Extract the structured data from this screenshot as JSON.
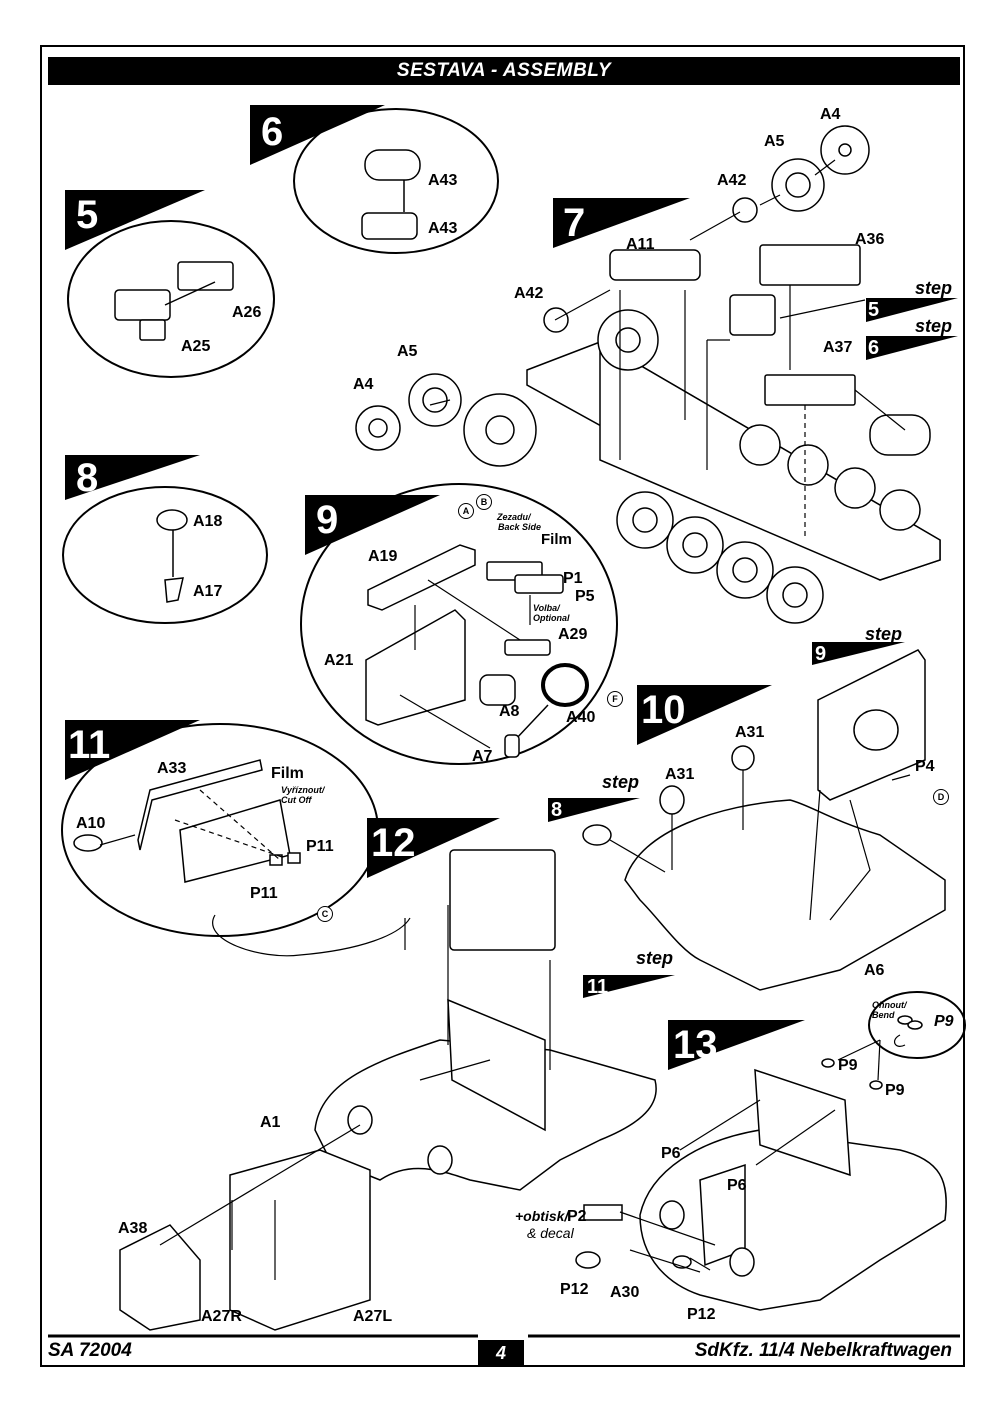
{
  "header": {
    "title": "SESTAVA -  ASSEMBLY"
  },
  "footer": {
    "code": "SA 72004",
    "page": "4",
    "model": "SdKfz. 11/4 Nebelkraftwagen"
  },
  "steps": {
    "s5": "5",
    "s6": "6",
    "s7": "7",
    "s8": "8",
    "s9": "9",
    "s10": "10",
    "s11": "11",
    "s12": "12",
    "s13": "13"
  },
  "step_word": "step",
  "part_labels": {
    "A43a": "A43",
    "A43b": "A43",
    "A26": "A26",
    "A25": "A25",
    "A4top": "A4",
    "A5top": "A5",
    "A42top": "A42",
    "A11": "A11",
    "A36": "A36",
    "A42left": "A42",
    "A5left": "A5",
    "A4left": "A4",
    "A37": "A37",
    "A18": "A18",
    "A17": "A17",
    "A19": "A19",
    "A21": "A21",
    "A29": "A29",
    "P1": "P1",
    "P5": "P5",
    "A8": "A8",
    "A40": "A40",
    "A7": "A7",
    "A33": "A33",
    "A10": "A10",
    "P11a": "P11",
    "P11b": "P11",
    "A31a": "A31",
    "A31b": "A31",
    "P4": "P4",
    "A6": "A6",
    "A1": "A1",
    "A38": "A38",
    "A27R": "A27R",
    "A27L": "A27L",
    "P9a": "P9",
    "P9b": "P9",
    "P9c": "P9",
    "P6a": "P6",
    "P6b": "P6",
    "P2": "P2",
    "P12a": "P12",
    "P12b": "P12",
    "A30": "A30"
  },
  "notes": {
    "film9": "Film",
    "film11": "Film",
    "zezadu": "Zezadu/",
    "backside": "Back Side",
    "volba": "Volba/",
    "optional": "Optional",
    "vyriznout": "Vyříznout/",
    "cutoff": "Cut Off",
    "ohnout": "Ohnout/",
    "bend": "Bend",
    "obtisk": "+obtisk/",
    "decal": "& decal"
  },
  "badges": {
    "A": "A",
    "B": "B",
    "C": "C",
    "D": "D",
    "F": "F"
  }
}
